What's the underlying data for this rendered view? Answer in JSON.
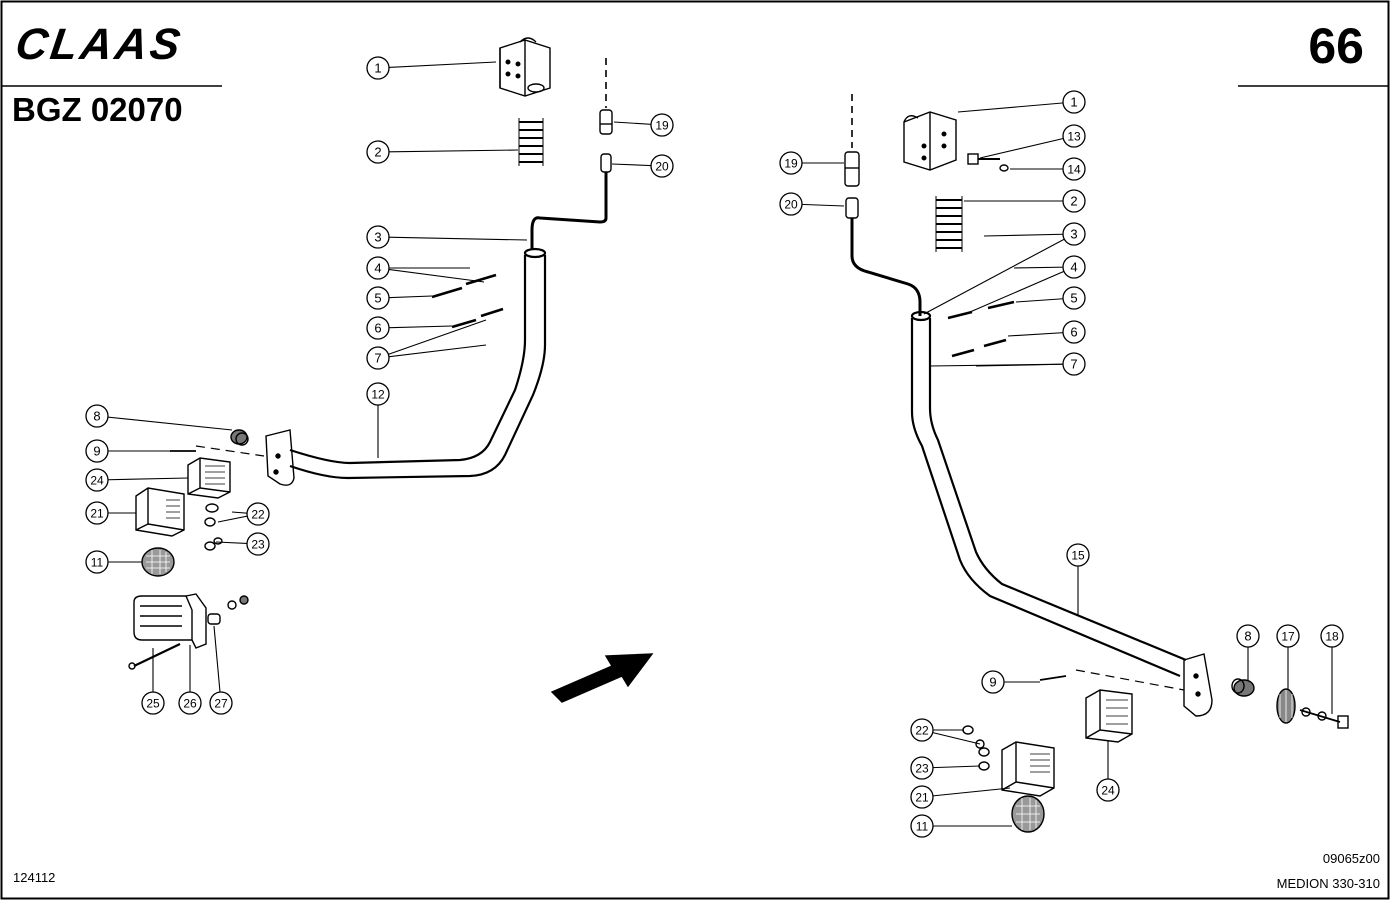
{
  "header": {
    "brand": "CLAAS",
    "document_number": "BGZ 02070",
    "page_number": "66"
  },
  "footer": {
    "reference": "124112",
    "drawing_code": "09065z00",
    "model": "MEDION 330-310"
  },
  "callouts_left": [
    "1",
    "2",
    "3",
    "4",
    "5",
    "6",
    "7",
    "8",
    "9",
    "11",
    "12",
    "19",
    "20",
    "21",
    "22",
    "23",
    "24",
    "25",
    "26",
    "27"
  ],
  "callouts_right": [
    "1",
    "2",
    "3",
    "4",
    "5",
    "6",
    "7",
    "8",
    "9",
    "11",
    "13",
    "14",
    "15",
    "17",
    "18",
    "19",
    "20",
    "21",
    "22",
    "23",
    "24"
  ],
  "icons": [
    "direction-arrow-icon"
  ]
}
